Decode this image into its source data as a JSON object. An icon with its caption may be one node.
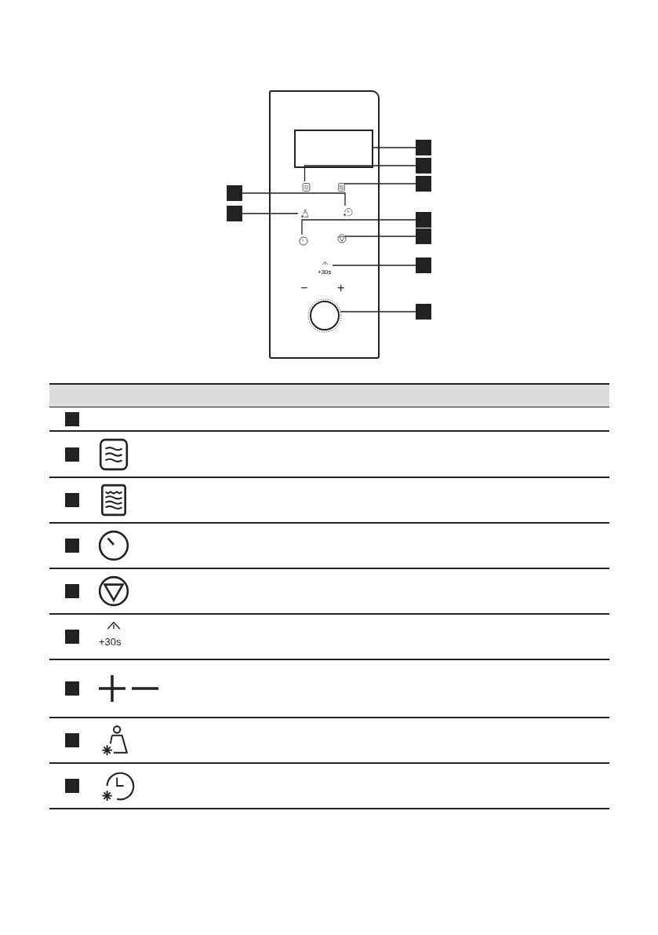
{
  "diagram": {
    "nodes": [
      {
        "text": [],
        "shape": "box"
      },
      {
        "text": [],
        "shape": "box",
        "in": 0
      },
      {
        "text": [],
        "shape": "icon",
        "in": 0
      },
      {
        "text": [],
        "shape": "icon",
        "in": 0
      },
      {
        "text": [],
        "shape": "icon",
        "in": 0
      },
      {
        "text": [],
        "shape": "icon",
        "in": 0
      },
      {
        "text": [],
        "shape": "icon",
        "in": 0
      },
      {
        "text": [],
        "shape": "icon",
        "in": 0
      },
      {
        "text": [
          "+30s"
        ],
        "in": 0
      },
      {
        "text": [],
        "shape": "circle",
        "in": 0
      },
      {
        "text": [],
        "shape": "square"
      },
      {
        "text": [],
        "shape": "square"
      },
      {
        "text": [],
        "shape": "square"
      },
      {
        "text": [],
        "shape": "square"
      },
      {
        "text": [],
        "shape": "square"
      },
      {
        "text": [],
        "shape": "square"
      },
      {
        "text": [],
        "shape": "square"
      },
      {
        "text": [],
        "shape": "square"
      },
      {
        "text": [],
        "shape": "square"
      },
      {
        "text": [],
        "shape": "square"
      },
      {
        "text": [],
        "shape": "square"
      },
      {
        "text": [],
        "shape": "square"
      },
      {
        "text": [],
        "shape": "square"
      },
      {
        "text": [],
        "shape": "square"
      },
      {
        "text": [],
        "shape": "square"
      },
      {
        "text": [],
        "shape": "square"
      },
      {
        "text": [],
        "shape": "square"
      },
      {
        "text": [],
        "shape": "square"
      }
    ],
    "edges": [
      {
        "from": 10,
        "to": 1,
        "arrow": "none"
      },
      {
        "from": 11,
        "to": 2,
        "arrow": "none"
      },
      {
        "from": 12,
        "to": 3,
        "arrow": "none"
      },
      {
        "from": 13,
        "to": 5,
        "arrow": "none"
      },
      {
        "from": 14,
        "to": 4,
        "arrow": "none"
      },
      {
        "from": 15,
        "to": 6,
        "arrow": "none"
      },
      {
        "from": 16,
        "to": 7,
        "arrow": "none"
      },
      {
        "from": 17,
        "to": 8,
        "arrow": "none"
      },
      {
        "from": 18,
        "to": 9,
        "arrow": "none"
      }
    ],
    "labels": [
      "−",
      "+",
      "+30s"
    ]
  }
}
